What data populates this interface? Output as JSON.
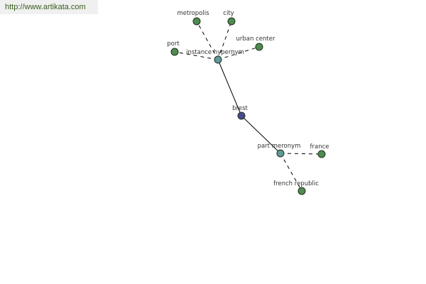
{
  "source": {
    "url_text": "http://www.artikata.com"
  },
  "colors": {
    "leaf": "#4f8c4f",
    "relation": "#5e9a9a",
    "center": "#4a4a8c",
    "edge": "#000000"
  },
  "graph": {
    "nodes": {
      "brest": {
        "label": "brest",
        "kind": "center"
      },
      "instance_hypernym": {
        "label": "instance hypernym",
        "kind": "relation"
      },
      "part_meronym": {
        "label": "part meronym",
        "kind": "relation"
      },
      "metropolis": {
        "label": "metropolis",
        "kind": "leaf"
      },
      "city": {
        "label": "city",
        "kind": "leaf"
      },
      "urban_center": {
        "label": "urban center",
        "kind": "leaf"
      },
      "port": {
        "label": "port",
        "kind": "leaf"
      },
      "france": {
        "label": "france",
        "kind": "leaf"
      },
      "french_republic": {
        "label": "french republic",
        "kind": "leaf"
      }
    },
    "edges": [
      {
        "from": "brest",
        "to": "instance_hypernym",
        "style": "solid"
      },
      {
        "from": "brest",
        "to": "part_meronym",
        "style": "solid"
      },
      {
        "from": "instance_hypernym",
        "to": "metropolis",
        "style": "dashed"
      },
      {
        "from": "instance_hypernym",
        "to": "city",
        "style": "dashed"
      },
      {
        "from": "instance_hypernym",
        "to": "urban_center",
        "style": "dashed"
      },
      {
        "from": "instance_hypernym",
        "to": "port",
        "style": "dashed"
      },
      {
        "from": "part_meronym",
        "to": "france",
        "style": "dashed"
      },
      {
        "from": "part_meronym",
        "to": "french_republic",
        "style": "dashed"
      }
    ]
  }
}
